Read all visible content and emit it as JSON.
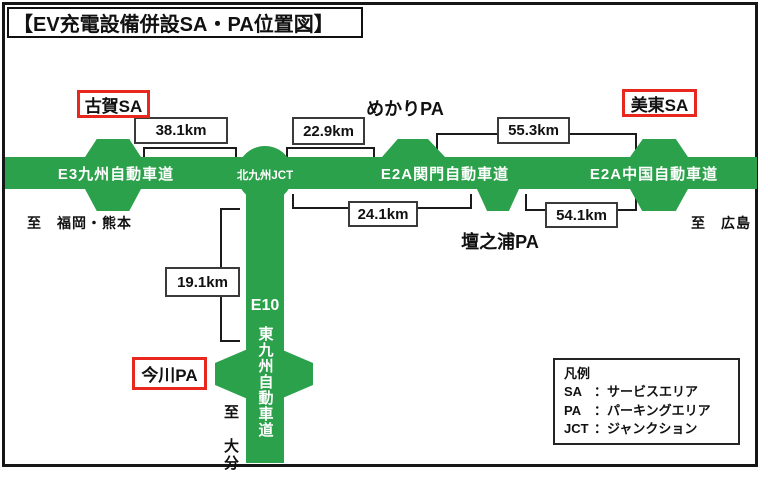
{
  "title": "【EV充電設備併設SA・PA位置図】",
  "colors": {
    "highway_green": "#2ca14b",
    "label_red": "#e8281e"
  },
  "highways": {
    "e3_kyushu": "E3九州自動車道",
    "kanmon": "E2A関門自動車道",
    "chugoku": "E2A中国自動車道",
    "kitakyushu_jct": "北九州JCT",
    "e10_code": "E10",
    "e10_name": "東九州自動車道"
  },
  "stations": {
    "koga": "古賀SA",
    "mekari": "めかりPA",
    "mito": "美東SA",
    "dannoura": "壇之浦PA",
    "imagawa": "今川PA"
  },
  "distances": {
    "koga_jct": "38.1km",
    "jct_mekari": "22.9km",
    "mekari_mito": "55.3km",
    "jct_dannoura": "24.1km",
    "dannoura_mito": "54.1km",
    "jct_imagawa": "19.1km"
  },
  "directions": {
    "fukuoka_kumamoto": "至　福岡・熊本",
    "hiroshima": "至　広島",
    "oita": "至　大分"
  },
  "legend": {
    "title": "凡例",
    "items": [
      {
        "abbr": "SA",
        "label": "：サービスエリア"
      },
      {
        "abbr": "PA",
        "label": "：パーキングエリア"
      },
      {
        "abbr": "JCT",
        "label": "：ジャンクション"
      }
    ]
  }
}
